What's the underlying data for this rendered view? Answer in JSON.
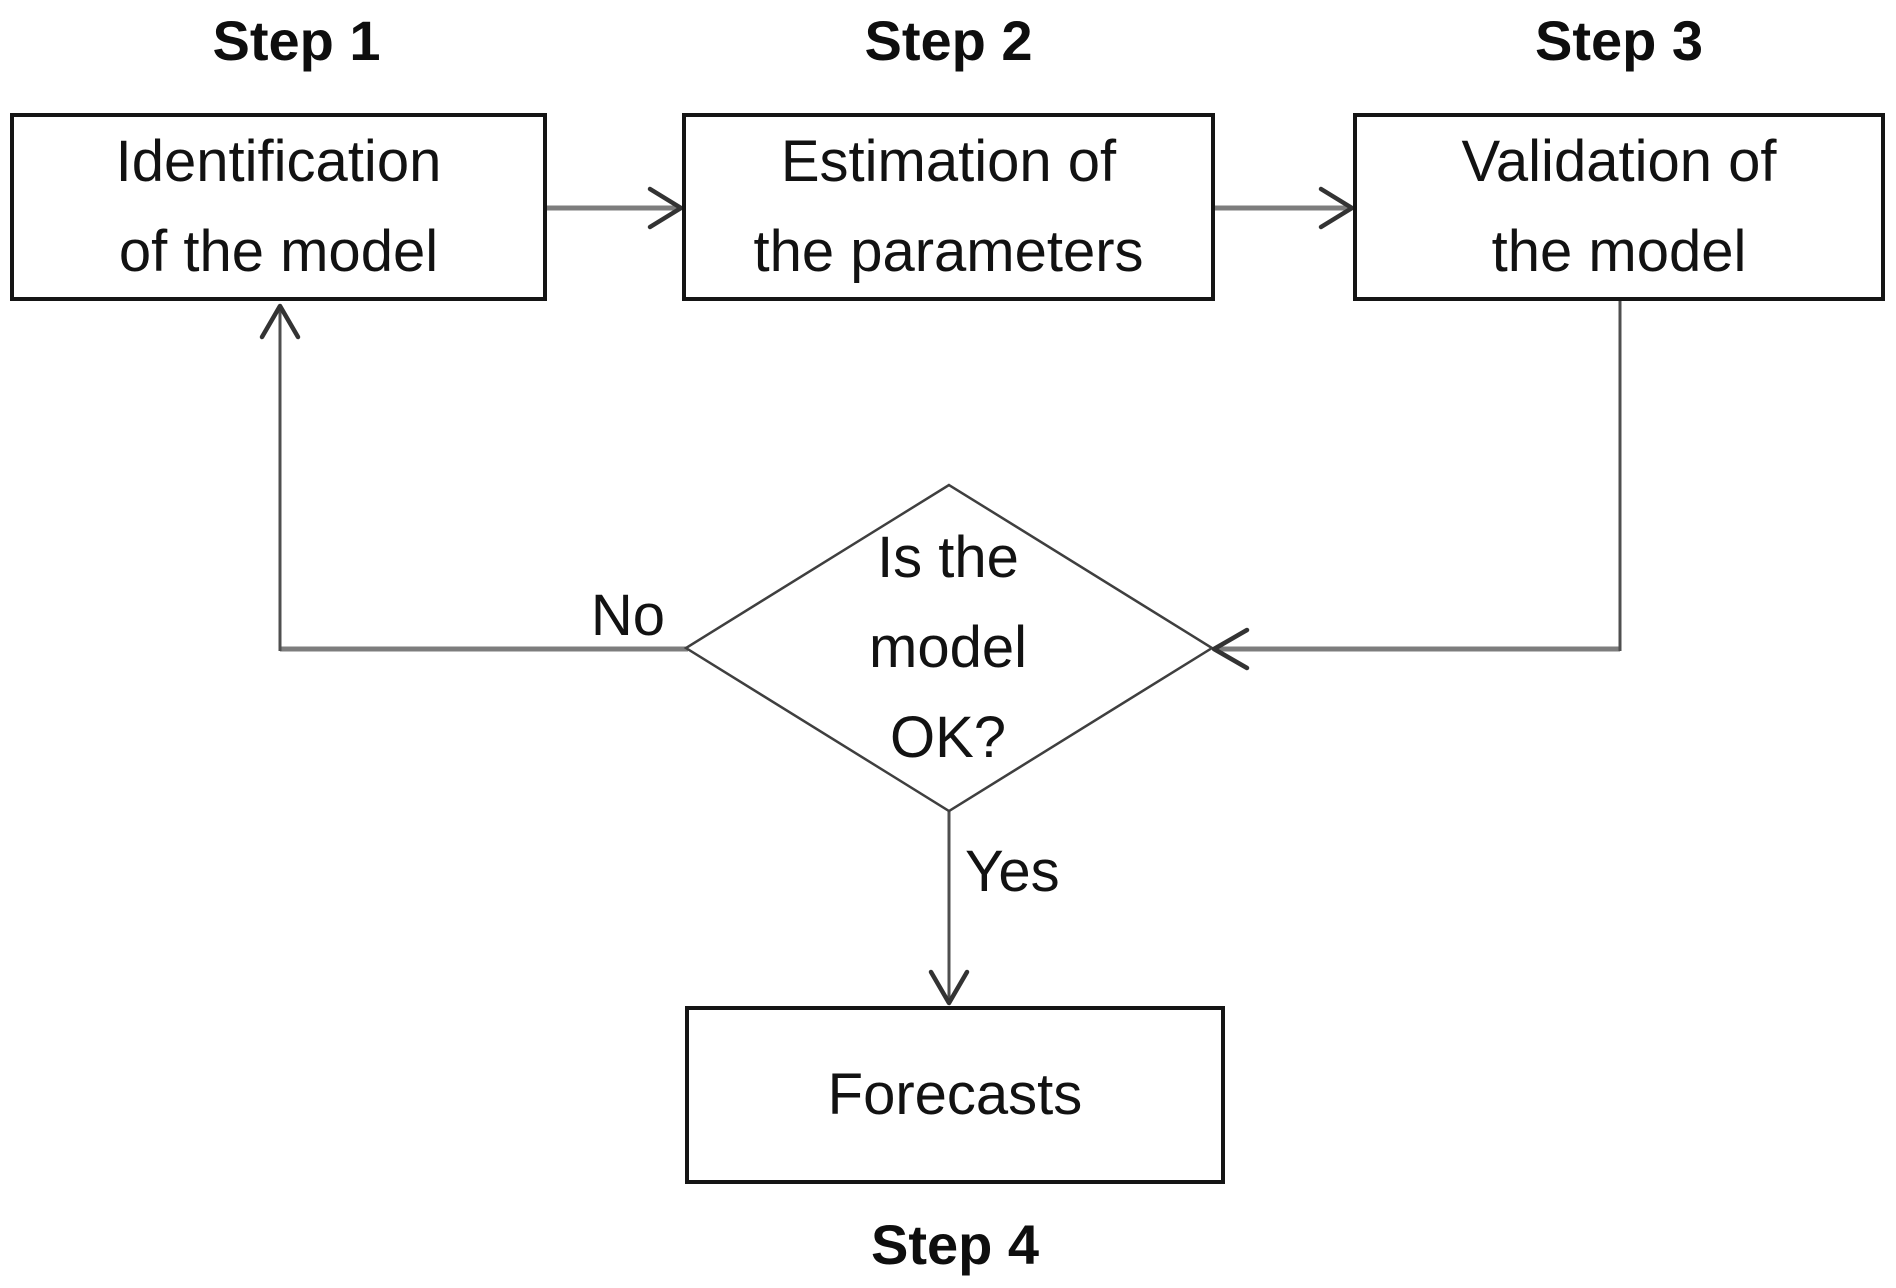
{
  "diagram": {
    "step1": {
      "title": "Step 1",
      "lines": [
        "Identification",
        "of the model"
      ]
    },
    "step2": {
      "title": "Step 2",
      "lines": [
        "Estimation of",
        "the parameters"
      ]
    },
    "step3": {
      "title": "Step 3",
      "lines": [
        "Validation of",
        "the model"
      ]
    },
    "decision": {
      "lines": [
        "Is the",
        "model",
        "OK?"
      ]
    },
    "step4": {
      "title": "Step 4",
      "lines": [
        "Forecasts"
      ]
    },
    "edge_labels": {
      "no": "No",
      "yes": "Yes"
    }
  },
  "colors": {
    "background": "#ffffff",
    "box_border": "#151515",
    "text": "#121212",
    "connector_horizontal_gray": "#7d7d7d",
    "connector_vertical_dark": "#4f4f4f",
    "diamond_stroke": "#3f3f3f",
    "arrowhead": "#333333"
  }
}
